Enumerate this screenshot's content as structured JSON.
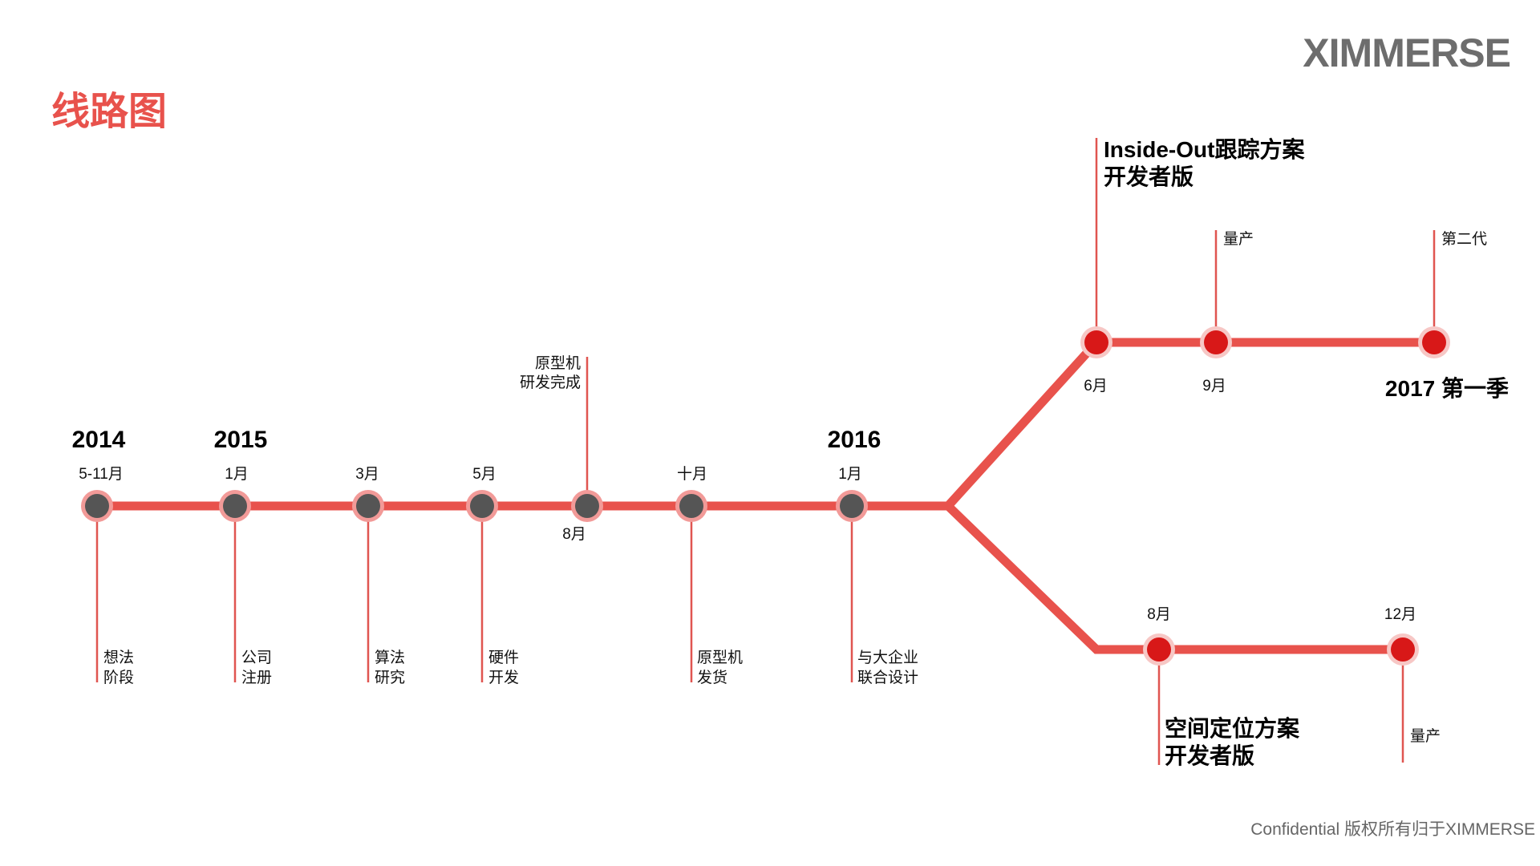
{
  "title": "线路图",
  "logo": "XIMMERSE",
  "footer": "Confidential 版权所有归于XIMMERSE",
  "colors": {
    "accent": "#e8524c",
    "node_dark": "#555555",
    "node_red": "#d81818",
    "ring": "#f29a98",
    "logo": "#6d6d6d"
  },
  "main": {
    "years": [
      "2014",
      "2015",
      "2016"
    ],
    "nodes": [
      {
        "month": "5-11月",
        "desc": [
          "想法",
          "阶段"
        ]
      },
      {
        "month": "1月",
        "desc": [
          "公司",
          "注册"
        ]
      },
      {
        "month": "3月",
        "desc": [
          "算法",
          "研究"
        ]
      },
      {
        "month": "5月",
        "desc": [
          "硬件",
          "开发"
        ]
      },
      {
        "month": "8月",
        "desc": [
          "原型机",
          "研发完成"
        ]
      },
      {
        "month": "十月",
        "desc": [
          "原型机",
          "发货"
        ]
      },
      {
        "month": "1月",
        "desc": [
          "与大企业",
          "联合设计"
        ]
      }
    ]
  },
  "upper": {
    "nodes": [
      {
        "month": "6月",
        "desc": [
          "Inside-Out跟踪方案",
          "开发者版"
        ]
      },
      {
        "month": "9月",
        "desc": [
          "量产"
        ]
      },
      {
        "month": "2017 第一季",
        "desc": [
          "第二代"
        ]
      }
    ]
  },
  "lower": {
    "nodes": [
      {
        "month": "8月",
        "desc": [
          "空间定位方案",
          "开发者版"
        ]
      },
      {
        "month": "12月",
        "desc": [
          "量产"
        ]
      }
    ]
  }
}
